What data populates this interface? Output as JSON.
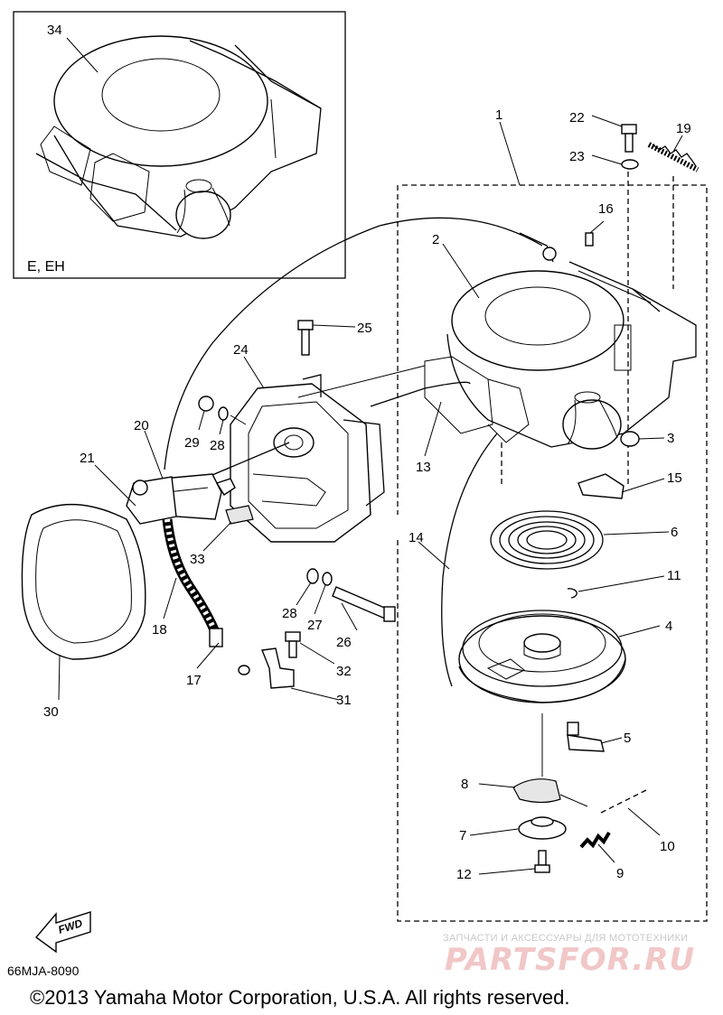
{
  "inset": {
    "label": "E, EH",
    "callout": "34"
  },
  "callouts": [
    "1",
    "2",
    "3",
    "4",
    "5",
    "6",
    "7",
    "8",
    "9",
    "10",
    "11",
    "12",
    "13",
    "14",
    "15",
    "16",
    "17",
    "18",
    "19",
    "20",
    "21",
    "22",
    "23",
    "24",
    "25",
    "26",
    "27",
    "28",
    "28",
    "29",
    "30",
    "31",
    "32",
    "33"
  ],
  "part_code": "66MJA-8090",
  "fwd_label": "FWD",
  "copyright": "©2013 Yamaha Motor Corporation, U.S.A. All rights reserved.",
  "watermark": {
    "tagline": "ЗАПЧАСТИ И АКСЕССУАРЫ ДЛЯ МОТОТЕХНИКИ",
    "brand": "PARTSFOR.RU"
  },
  "colors": {
    "ink": "#000000",
    "paper": "#ffffff",
    "watermark_red": "#f1c7c7",
    "watermark_grey": "#c9c9c9"
  }
}
